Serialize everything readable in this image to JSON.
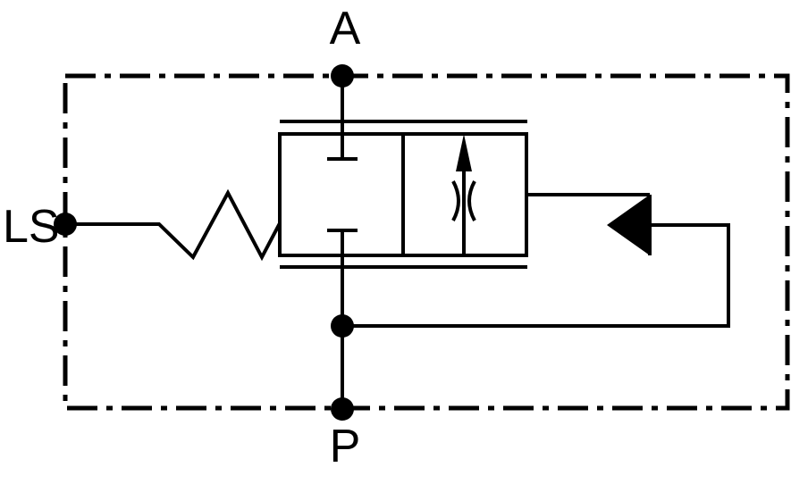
{
  "ports": {
    "a": "A",
    "p": "P",
    "ls": "LS"
  },
  "colors": {
    "line": "#000000",
    "background": "#ffffff"
  }
}
